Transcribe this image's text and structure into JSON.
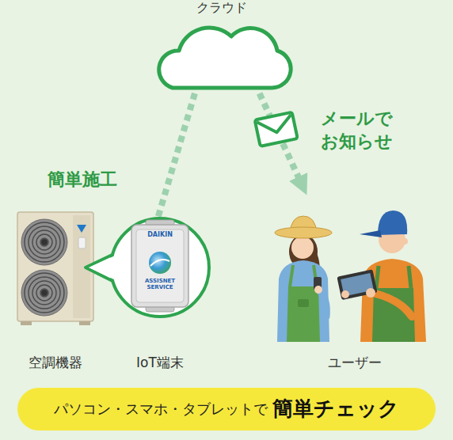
{
  "diagram": {
    "nodes": [
      {
        "text": [
          "クラウド"
        ]
      },
      {
        "text": [
          "空調機器"
        ]
      },
      {
        "text": [
          "IoT端末"
        ]
      },
      {
        "text": [
          "ユーザー"
        ]
      },
      {
        "text": [
          "パソコン・スマホ・タブレットで",
          "簡単チェック"
        ]
      }
    ],
    "edges": [
      {
        "from": 0,
        "to": 2,
        "arrow": "none"
      },
      {
        "from": 0,
        "to": 3,
        "label": "メールで お知らせ",
        "arrow": "to"
      }
    ],
    "labels": [
      "簡単施工",
      "DAIKIN",
      "ASSISNET SERVICE"
    ]
  }
}
